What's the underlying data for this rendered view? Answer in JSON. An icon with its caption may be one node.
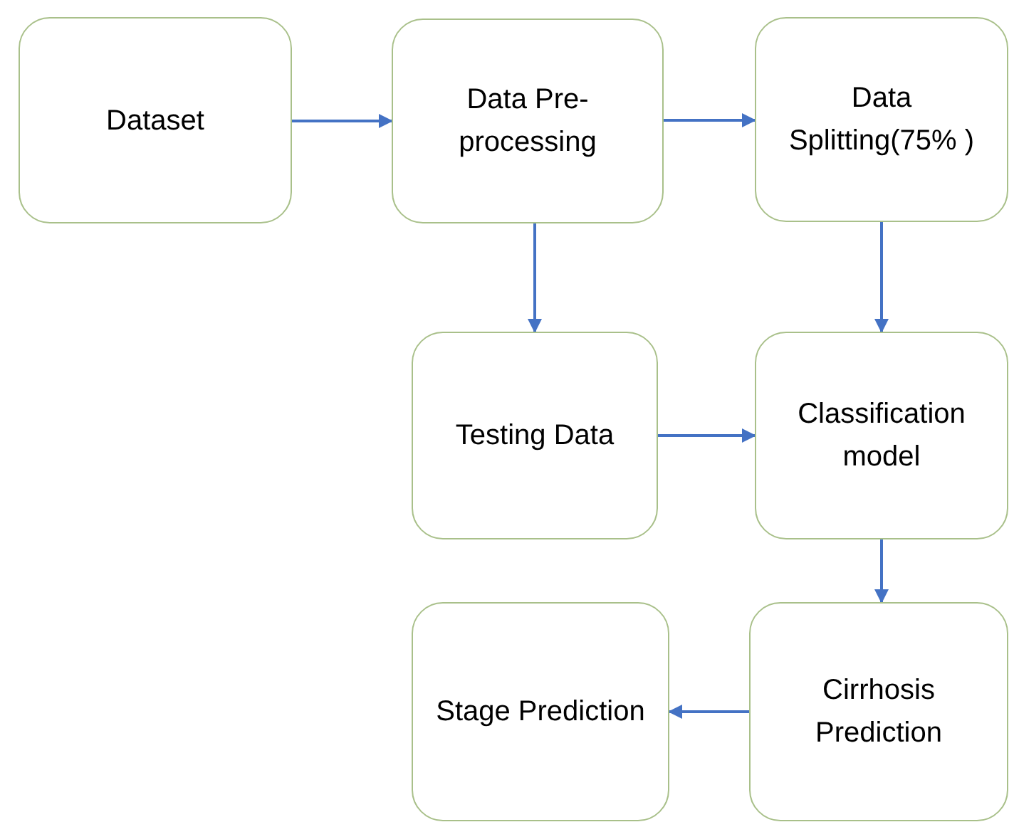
{
  "diagram": {
    "nodes": [
      {
        "text": [
          "Dataset"
        ]
      },
      {
        "text": [
          "Data Pre- processing"
        ]
      },
      {
        "text": [
          "Data Splitting(75% )"
        ]
      },
      {
        "text": [
          "Testing Data"
        ]
      },
      {
        "text": [
          "Classification model"
        ]
      },
      {
        "text": [
          "Cirrhosis Prediction"
        ]
      },
      {
        "text": [
          "Stage Prediction"
        ]
      }
    ],
    "edges": [
      {
        "from": 0,
        "to": 1,
        "arrow": "to"
      },
      {
        "from": 1,
        "to": 2,
        "arrow": "to"
      },
      {
        "from": 1,
        "to": 3,
        "arrow": "to"
      },
      {
        "from": 2,
        "to": 4,
        "arrow": "to"
      },
      {
        "from": 3,
        "to": 4,
        "arrow": "to"
      },
      {
        "from": 4,
        "to": 5,
        "arrow": "to"
      },
      {
        "from": 5,
        "to": 6,
        "arrow": "to"
      }
    ]
  }
}
